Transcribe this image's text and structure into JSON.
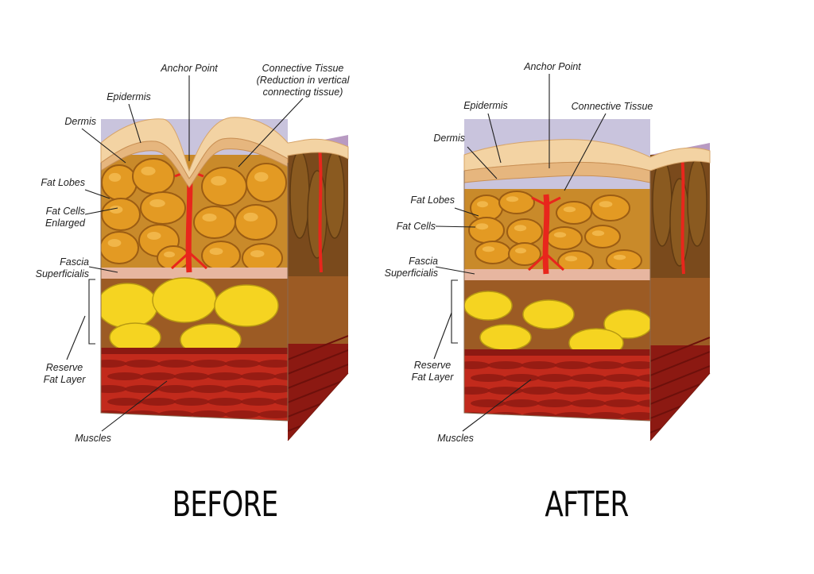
{
  "colors": {
    "skin_top": "#f3d3a3",
    "skin_side": "#e6b67e",
    "dermis": "#c9c4dd",
    "lobule": "#e39a23",
    "lobule_edge": "#9c5d13",
    "septa": "#e8261c",
    "reserve_bg": "#9c5b24",
    "reserve_fat": "#f5d421",
    "muscle": "#c22a1c",
    "muscle_dark": "#8c1912",
    "side_purple": "#b89ac2"
  },
  "before": {
    "caption": "BEFORE",
    "labels": {
      "anchor_point": "Anchor Point",
      "connective_tissue": [
        "Connective Tissue",
        "(Reduction in vertical",
        "connecting tissue)"
      ],
      "epidermis": "Epidermis",
      "dermis": "Dermis",
      "fat_lobes": "Fat Lobes",
      "fat_cells": [
        "Fat Cells",
        "Enlarged"
      ],
      "fascia": [
        "Fascia",
        "Superficialis"
      ],
      "reserve_fat_layer": [
        "Reserve",
        "Fat Layer"
      ],
      "muscles": "Muscles"
    }
  },
  "after": {
    "caption": "AFTER",
    "labels": {
      "anchor_point": "Anchor Point",
      "connective_tissue": [
        "Connective Tissue"
      ],
      "epidermis": "Epidermis",
      "dermis": "Dermis",
      "fat_lobes": "Fat Lobes",
      "fat_cells": [
        "Fat Cells"
      ],
      "fascia": [
        "Fascia",
        "Superficialis"
      ],
      "reserve_fat_layer": [
        "Reserve",
        "Fat Layer"
      ],
      "muscles": "Muscles"
    }
  }
}
